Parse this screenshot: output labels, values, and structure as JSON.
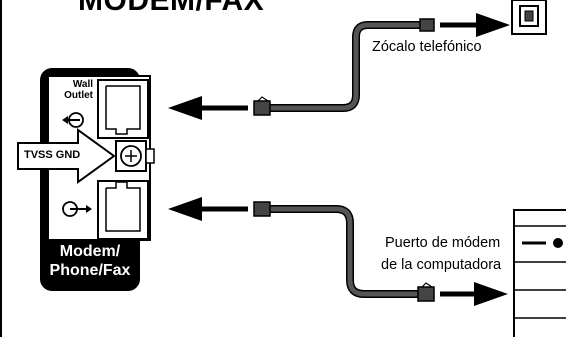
{
  "title": "MODEM/FAX",
  "labels": {
    "wall_outlet_line1": "Wall",
    "wall_outlet_line2": "Outlet",
    "tvss_gnd": "TVSS GND",
    "modem_line1": "Modem/",
    "modem_line2": "Phone/Fax",
    "zocalo": "Zócalo telefónico",
    "puerto_line1": "Puerto de módem",
    "puerto_line2": "de la computadora"
  },
  "colors": {
    "panel": "#000000",
    "cable": "#555555",
    "background": "#ffffff"
  }
}
